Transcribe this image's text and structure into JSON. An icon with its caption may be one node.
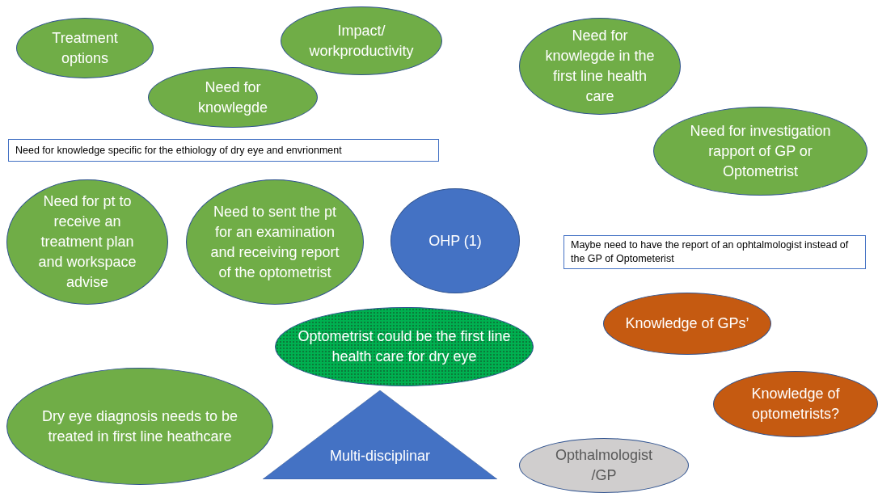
{
  "diagram": {
    "nodes": [
      {
        "text": [
          "Treatment options"
        ]
      },
      {
        "text": [
          "Impact/ workproductivity"
        ]
      },
      {
        "text": [
          "Need for knowlegde in the first line health care"
        ]
      },
      {
        "text": [
          "Need for knowlegde"
        ]
      },
      {
        "text": [
          "Need for knowledge specific for the ethiology  of dry eye and envrionment"
        ]
      },
      {
        "text": [
          "Need for investigation rapport of GP or Optometrist"
        ]
      },
      {
        "text": [
          "Need for pt to receive an treatment plan and workspace advise"
        ]
      },
      {
        "text": [
          "Need to sent the pt for an examination and receiving report of the optometrist"
        ]
      },
      {
        "text": [
          "OHP  (1)"
        ]
      },
      {
        "text": [
          "Maybe need to have the report of an ophtalmologist instead of the GP of Optometerist"
        ]
      },
      {
        "text": [
          "Knowledge of GPs’"
        ]
      },
      {
        "text": [
          "Optometrist could be the first line health care for dry eye"
        ]
      },
      {
        "text": [
          "Dry eye diagnosis needs to be treated in first line heathcare"
        ]
      },
      {
        "text": [
          "Knowledge of optometrists?"
        ]
      },
      {
        "text": [
          "Multi-disciplinar"
        ]
      },
      {
        "text": [
          "Opthalmologist /GP"
        ]
      }
    ]
  }
}
